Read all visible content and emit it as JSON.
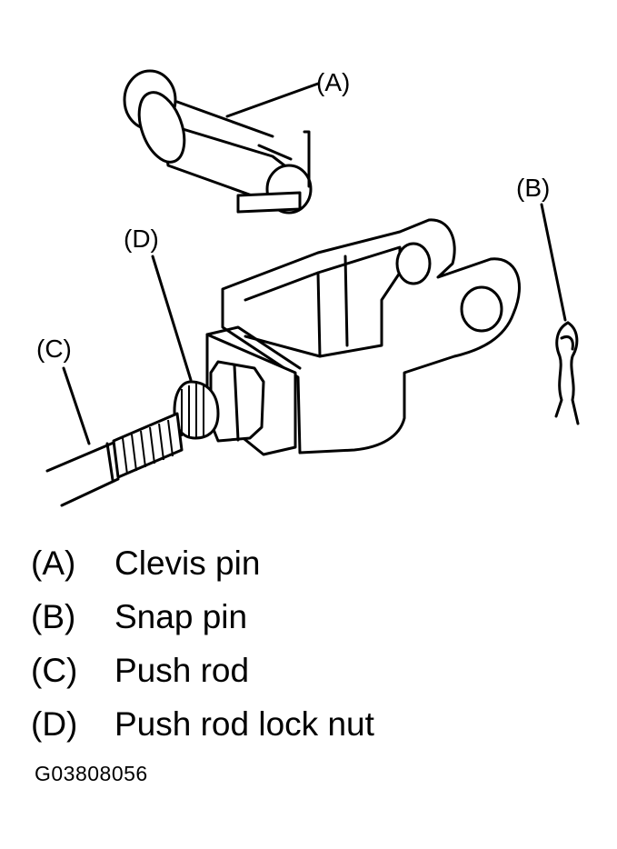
{
  "callouts": {
    "a": "(A)",
    "b": "(B)",
    "c": "(C)",
    "d": "(D)"
  },
  "legend": [
    {
      "key": "(A)",
      "text": "Clevis pin"
    },
    {
      "key": "(B)",
      "text": "Snap pin"
    },
    {
      "key": "(C)",
      "text": "Push rod"
    },
    {
      "key": "(D)",
      "text": "Push rod lock nut"
    }
  ],
  "figure_id": "G03808056"
}
